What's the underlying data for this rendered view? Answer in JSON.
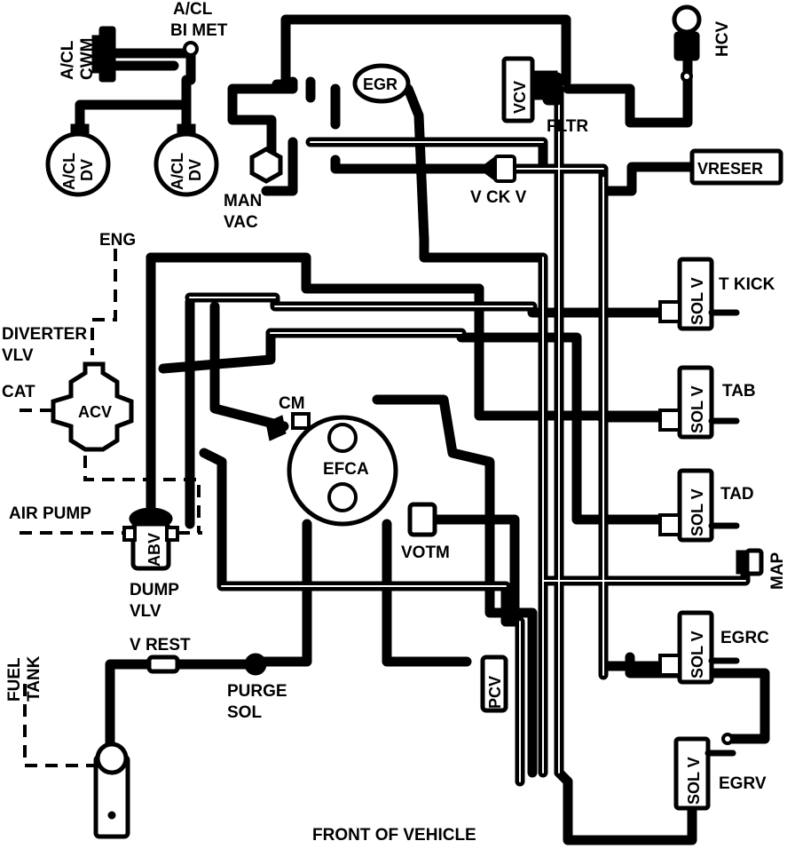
{
  "labels": {
    "acl_bimet": [
      "A/CL",
      "BI MET"
    ],
    "acl_cwm": [
      "A/CL",
      "CWM"
    ],
    "acl_dv_left": [
      "A/CL",
      "DV"
    ],
    "acl_dv_right": [
      "A/CL",
      "DV"
    ],
    "man_vac": [
      "MAN",
      "VAC"
    ],
    "egr": "EGR",
    "vcv": "VCV",
    "fltr": "FLTR",
    "hcv": "HCV",
    "vreser": "VRESER",
    "v_ck_v": "V CK V",
    "eng": "ENG",
    "diverter_vlv": [
      "DIVERTER",
      "VLV"
    ],
    "cat": "CAT",
    "acv": "ACV",
    "air_pump": "AIR PUMP",
    "abv": "ABV",
    "dump_vlv": [
      "DUMP",
      "VLV"
    ],
    "cm": "CM",
    "efca": "EFCA",
    "votm": "VOTM",
    "fuel_tank": [
      "FUEL",
      "TANK"
    ],
    "v_rest": "V REST",
    "purge_sol": [
      "PURGE",
      "SOL"
    ],
    "pcv": "PCV",
    "t_kick": "T KICK",
    "tab": "TAB",
    "tad": "TAD",
    "map": "MAP",
    "egrc": "EGRC",
    "egrv": "EGRV",
    "sol_v": "SOL V",
    "front_of_vehicle": "FRONT OF VEHICLE"
  },
  "colors": {
    "line": "#000000",
    "background": "#ffffff"
  }
}
